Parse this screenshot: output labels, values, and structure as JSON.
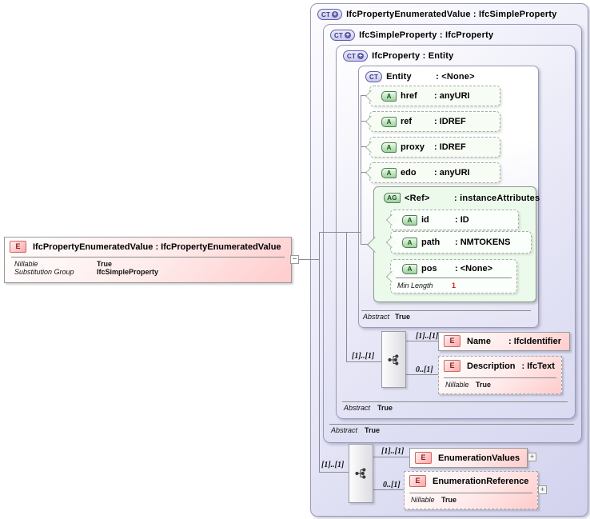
{
  "diagram": {
    "connector": {
      "collapse": "−",
      "expand": "+"
    },
    "left_element": {
      "icon": "E",
      "title": "IfcPropertyEnumeratedValue : IfcPropertyEnumeratedValue",
      "rows": [
        {
          "label": "Nillable",
          "value": "True"
        },
        {
          "label": "Substitution Group",
          "value": "IfcSimpleProperty"
        }
      ]
    },
    "panel_outer": {
      "icon": "CT",
      "plus": "+",
      "title": "IfcPropertyEnumeratedValue : IfcSimpleProperty"
    },
    "panel_simple": {
      "icon": "CT",
      "plus": "+",
      "title": "IfcSimpleProperty : IfcProperty",
      "footer_label": "Abstract",
      "footer_value": "True"
    },
    "panel_property": {
      "icon": "CT",
      "plus": "+",
      "title": "IfcProperty : Entity",
      "footer_label": "Abstract",
      "footer_value": "True"
    },
    "panel_entity": {
      "icon": "CT",
      "name": "Entity",
      "type": ": <None>",
      "footer_label": "Abstract",
      "footer_value": "True"
    },
    "attributes": [
      {
        "icon": "A",
        "name": "href",
        "type": ": anyURI"
      },
      {
        "icon": "A",
        "name": "ref",
        "type": ": IDREF"
      },
      {
        "icon": "A",
        "name": "proxy",
        "type": ": IDREF"
      },
      {
        "icon": "A",
        "name": "edo",
        "type": ": anyURI"
      }
    ],
    "attribute_group": {
      "icon": "AG",
      "name": "<Ref>",
      "type": ": instanceAttributes",
      "attributes": [
        {
          "icon": "A",
          "name": "id",
          "type": ": ID"
        },
        {
          "icon": "A",
          "name": "path",
          "type": ": NMTOKENS"
        },
        {
          "icon": "A",
          "name": "pos",
          "type": ": <None>",
          "facet_label": "Min Length",
          "facet_value": "1"
        }
      ]
    },
    "property_model": {
      "cardinality": "[1]..[1]",
      "name_element": {
        "icon": "E",
        "cardinality": "[1]..[1]",
        "name": "Name",
        "type": ": IfcIdentifier"
      },
      "description_element": {
        "icon": "E",
        "cardinality": "0..[1]",
        "name": "Description",
        "type": ": IfcText",
        "row_label": "Nillable",
        "row_value": "True"
      }
    },
    "outer_model": {
      "cardinality": "[1]..[1]",
      "values_element": {
        "icon": "E",
        "cardinality": "[1]..[1]",
        "name": "EnumerationValues"
      },
      "reference_element": {
        "icon": "E",
        "cardinality": "0..[1]",
        "name": "EnumerationReference",
        "row_label": "Nillable",
        "row_value": "True"
      }
    }
  }
}
